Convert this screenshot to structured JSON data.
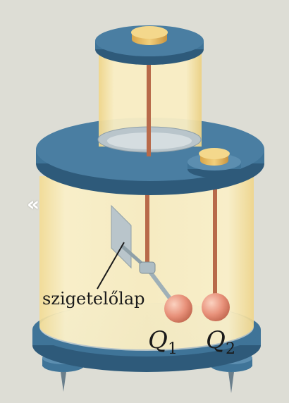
{
  "labels": {
    "insulator": "szigetelőlap",
    "charge1": "Q",
    "charge1_sub": "1",
    "charge2": "Q",
    "charge2_sub": "2"
  },
  "nav": {
    "back_glyph": "«"
  },
  "colors": {
    "background": "#ddddd5",
    "metal_blue": "#3f7498",
    "metal_blue_dark": "#2e5a7a",
    "glass_yellow": "#f6e6a8",
    "rod_copper": "#b86a4a",
    "sphere": "#e8917a",
    "knob": "#e8c06a"
  }
}
